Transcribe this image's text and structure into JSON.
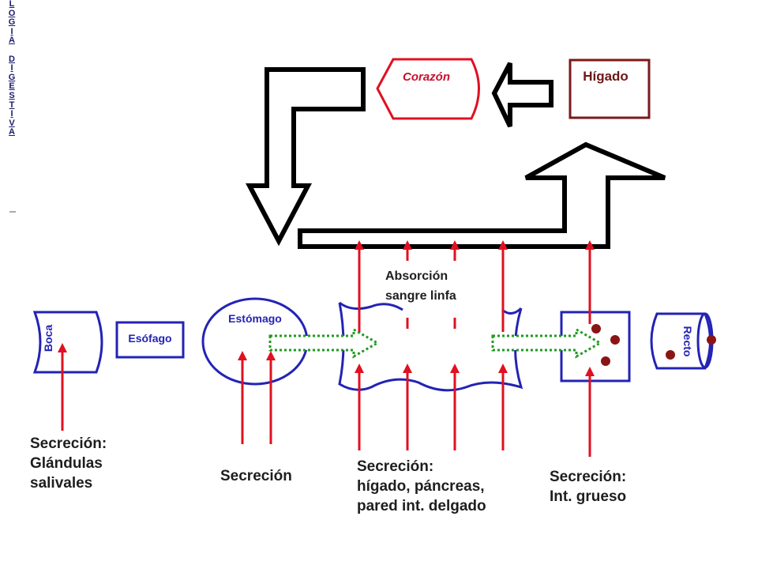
{
  "side_title": {
    "letters_a": [
      "L",
      "O",
      "G",
      "I",
      "A"
    ],
    "letters_b": [
      "D",
      "I",
      "G",
      "E",
      "S",
      "T",
      "I",
      "V",
      "A"
    ]
  },
  "organs": {
    "boca": "Boca",
    "esofago": "Esófago",
    "estomago": "Estómago",
    "recto": "Recto",
    "corazon": "Corazón",
    "higado": "Hígado"
  },
  "absorcion": {
    "line1": "Absorción",
    "line2": "sangre linfa"
  },
  "secretions": {
    "glandulas": [
      "Secreción:",
      "Glándulas",
      "salivales"
    ],
    "estomago": [
      "Secreción"
    ],
    "delgado": [
      "Secreción:",
      "hígado, páncreas,",
      "pared int. delgado"
    ],
    "grueso": [
      "Secreción:",
      "Int. grueso"
    ]
  },
  "colors": {
    "blue": "#2323b5",
    "red": "#e01020",
    "maroon": "#7a1a1a",
    "green": "#1f9a1f",
    "black": "#000000"
  }
}
